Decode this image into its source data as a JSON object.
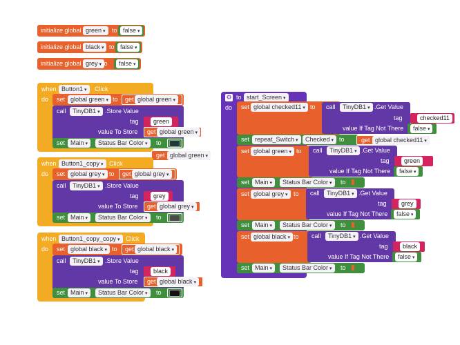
{
  "keywords": {
    "initialize_global": "initialize global",
    "to": "to",
    "when": "when",
    "do": "do",
    "click": "Click",
    "set": "set",
    "get": "get",
    "call": "call",
    "store_value": ".Store Value",
    "get_value": ".Get Value",
    "tag": "tag",
    "value_to_store": "value To Store",
    "value_if_tag_not_there": "value If Tag Not There",
    "checked": "Checked",
    "status_bar_color": "Status Bar Color",
    "start_screen": "start_Screen"
  },
  "globals": [
    {
      "name": "green",
      "value": "false"
    },
    {
      "name": "black",
      "value": "false"
    },
    {
      "name": "grey",
      "value": "false"
    }
  ],
  "handlers": [
    {
      "button": "Button1",
      "var": "global green",
      "db": "TinyDB1",
      "tag": "green",
      "screen": "Main"
    },
    {
      "button": "Button1_copy",
      "var": "global grey",
      "db": "TinyDB1",
      "tag": "grey",
      "screen": "Main"
    },
    {
      "button": "Button1_copy_copy",
      "var": "global black",
      "db": "TinyDB1",
      "tag": "black",
      "screen": "Main"
    }
  ],
  "stray_get": "global green",
  "procedure": {
    "name": "start_Screen",
    "var_checked": "global checked11",
    "db": "TinyDB1",
    "tag_checked": "checked11",
    "false": "false",
    "switch": "repeat_Switch",
    "screen": "Main",
    "steps": [
      {
        "var": "global green",
        "tag": "green"
      },
      {
        "var": "global grey",
        "tag": "grey"
      },
      {
        "var": "global black",
        "tag": "black"
      }
    ]
  },
  "colors": {
    "variable": "#e8602c",
    "logic": "#3f8f3f",
    "tinydb": "#6237a6",
    "text": "#d4245f",
    "event": "#f4ab24",
    "procedure": "#6633b8",
    "swatch_green": "#203a3a",
    "swatch_grey": "#4a4a4a",
    "swatch_black": "#111111"
  }
}
